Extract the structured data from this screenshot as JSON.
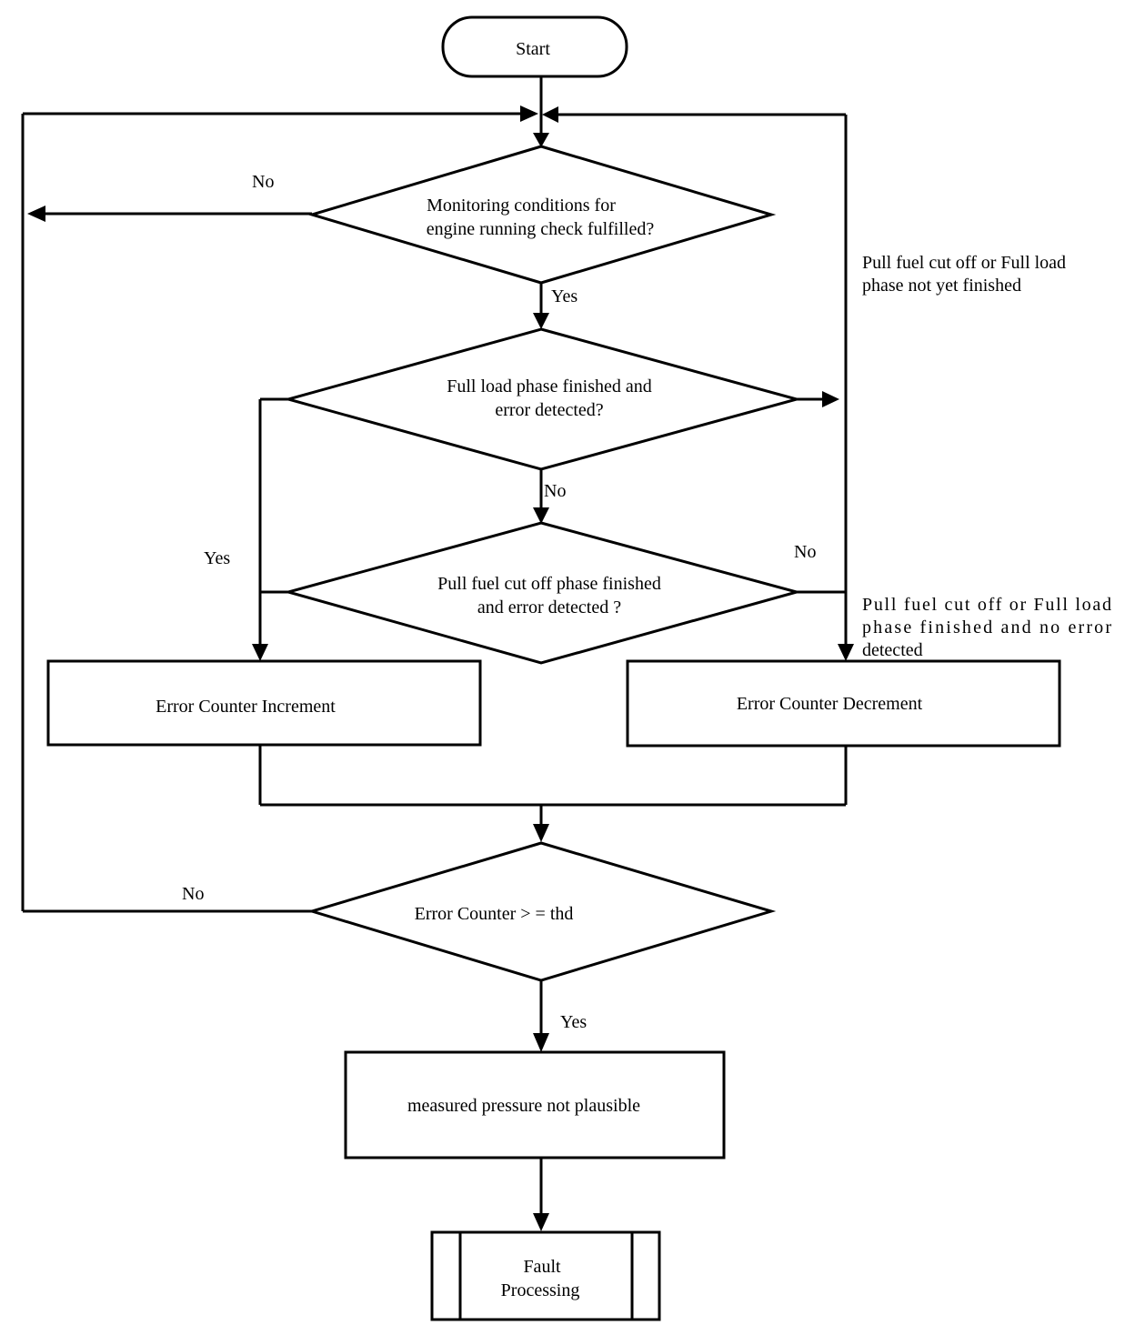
{
  "nodes": {
    "start": "Start",
    "monitoring": [
      "Monitoring  conditions for",
      "engine running check fulfilled?"
    ],
    "full_load": [
      "Full load phase finished and",
      "error detected?"
    ],
    "pull_fuel": [
      "Pull fuel cut off phase finished",
      "and error detected ?"
    ],
    "increment": "Error Counter Increment",
    "decrement": "Error Counter Decrement",
    "threshold": "Error Counter > = thd",
    "not_plausible": "measured pressure not plausible",
    "fault": [
      "Fault",
      "Processing"
    ]
  },
  "labels": {
    "no_monitoring": "No",
    "yes_monitoring": "Yes",
    "no_full_load": "No",
    "yes_left": "Yes",
    "no_pull_fuel": "No",
    "no_threshold": "No",
    "yes_threshold": "Yes",
    "not_finished_note": [
      "Pull fuel cut off or Full load",
      "phase not yet finished"
    ],
    "finished_no_error_note": [
      "Pull fuel cut off or Full load",
      "phase finished and no error",
      "detected"
    ]
  },
  "colors": {
    "stroke": "#000000",
    "fill": "#ffffff"
  }
}
